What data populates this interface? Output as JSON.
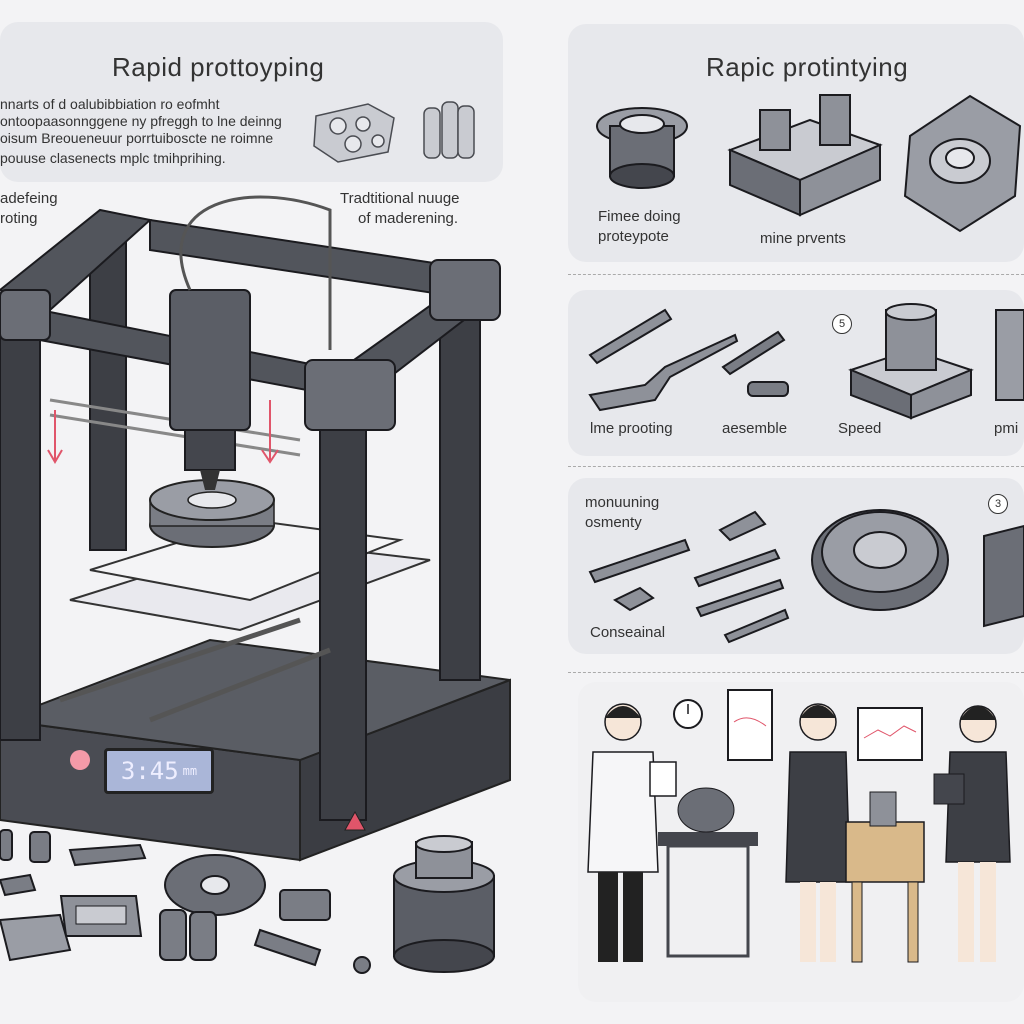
{
  "left_panel": {
    "title": "Rapid prottoyping",
    "body_lines": [
      "nnarts of d oalubibbiation ro eofmht",
      "ontoopaasonnggene ny pfreggh to lne deinng",
      "oisum Breoueneuur porrtuiboscte ne roimne",
      "pouuse clasenects mplc tmihprihing."
    ],
    "callout_left": [
      "adefeing",
      "roting"
    ],
    "callout_right": [
      "Tradtitional nuuge",
      "of maderening."
    ],
    "lcd_value": "3:45",
    "lcd_unit": "mm"
  },
  "right_panels": {
    "top": {
      "title": "Rapic protintying",
      "label_1": [
        "Fimee doing",
        "proteypote"
      ],
      "label_2": "mine prvents"
    },
    "row2": {
      "number": "5",
      "label_1": "lme prooting",
      "label_2": "aesemble",
      "label_3": "Speed",
      "label_4": "pmi"
    },
    "row3": {
      "number": "3",
      "label_1": [
        "monuuning",
        "osmenty"
      ],
      "label_2": "Conseainal"
    }
  },
  "colors": {
    "background": "#f3f3f5",
    "card": "#e7e8ec",
    "metal_dark": "#3d3f45",
    "metal_mid": "#6b6e76",
    "accent_red": "#e0556a",
    "lcd": "#aab6d8"
  },
  "icons": [
    "printer-illustration",
    "gear-icon",
    "bracket-icon",
    "tool-icon",
    "monitor-icon",
    "clipboard-icon",
    "clock-icon"
  ]
}
